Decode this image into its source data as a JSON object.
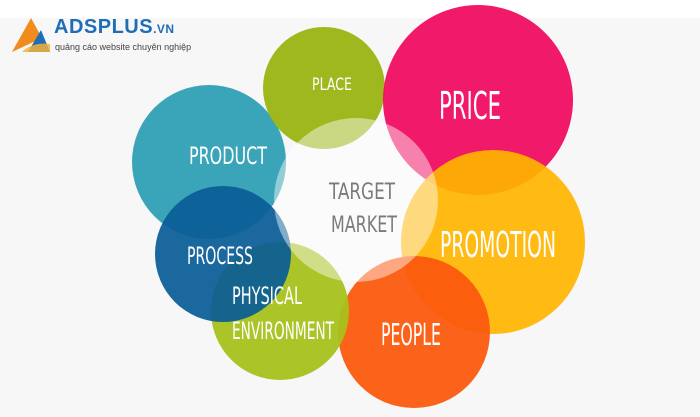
{
  "brand": {
    "name": "ADSPLUS",
    "tld": ".VN",
    "tagline": "quảng cáo website chuyên nghiệp"
  },
  "diagram": {
    "center": {
      "lines": [
        "TARGET",
        "MARKET"
      ]
    },
    "circles": [
      {
        "key": "product",
        "label": [
          "PRODUCT"
        ],
        "color": "#3aa5b8"
      },
      {
        "key": "place",
        "label": [
          "PLACE"
        ],
        "color": "#9bb515"
      },
      {
        "key": "price",
        "label": [
          "PRICE"
        ],
        "color": "#f0095f"
      },
      {
        "key": "promotion",
        "label": [
          "PROMOTION"
        ],
        "color": "#ffb400"
      },
      {
        "key": "people",
        "label": [
          "PEOPLE"
        ],
        "color": "#fb5a0e"
      },
      {
        "key": "physical",
        "label": [
          "PHYSICAL",
          "ENVIRONMENT"
        ],
        "color": "#a6c11b"
      },
      {
        "key": "process",
        "label": [
          "PROCESS"
        ],
        "color": "#0a5c97"
      }
    ]
  }
}
